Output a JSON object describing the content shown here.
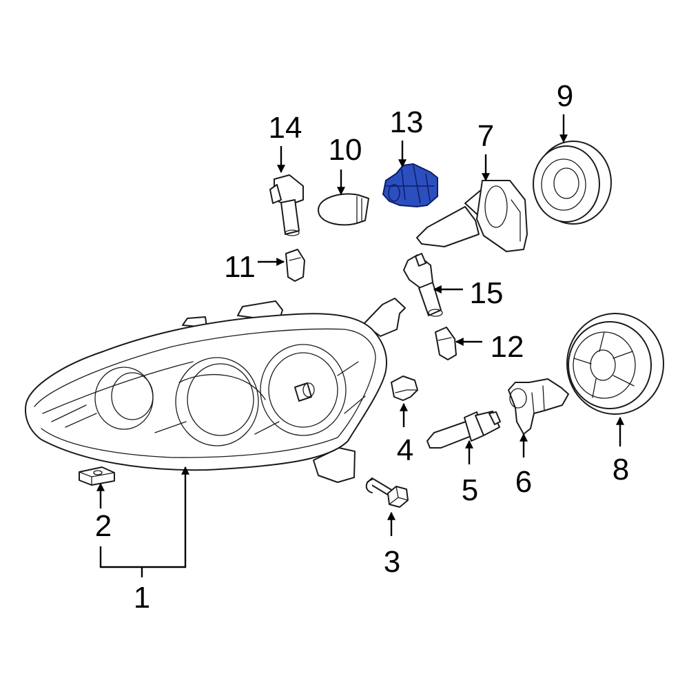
{
  "diagram": {
    "highlight_color": "#2c4fbf",
    "callouts": [
      {
        "id": "1",
        "label": "1"
      },
      {
        "id": "2",
        "label": "2"
      },
      {
        "id": "3",
        "label": "3"
      },
      {
        "id": "4",
        "label": "4"
      },
      {
        "id": "5",
        "label": "5"
      },
      {
        "id": "6",
        "label": "6"
      },
      {
        "id": "7",
        "label": "7"
      },
      {
        "id": "8",
        "label": "8"
      },
      {
        "id": "9",
        "label": "9"
      },
      {
        "id": "10",
        "label": "10"
      },
      {
        "id": "11",
        "label": "11"
      },
      {
        "id": "12",
        "label": "12"
      },
      {
        "id": "13",
        "label": "13",
        "highlighted": true
      },
      {
        "id": "14",
        "label": "14"
      },
      {
        "id": "15",
        "label": "15"
      }
    ]
  }
}
